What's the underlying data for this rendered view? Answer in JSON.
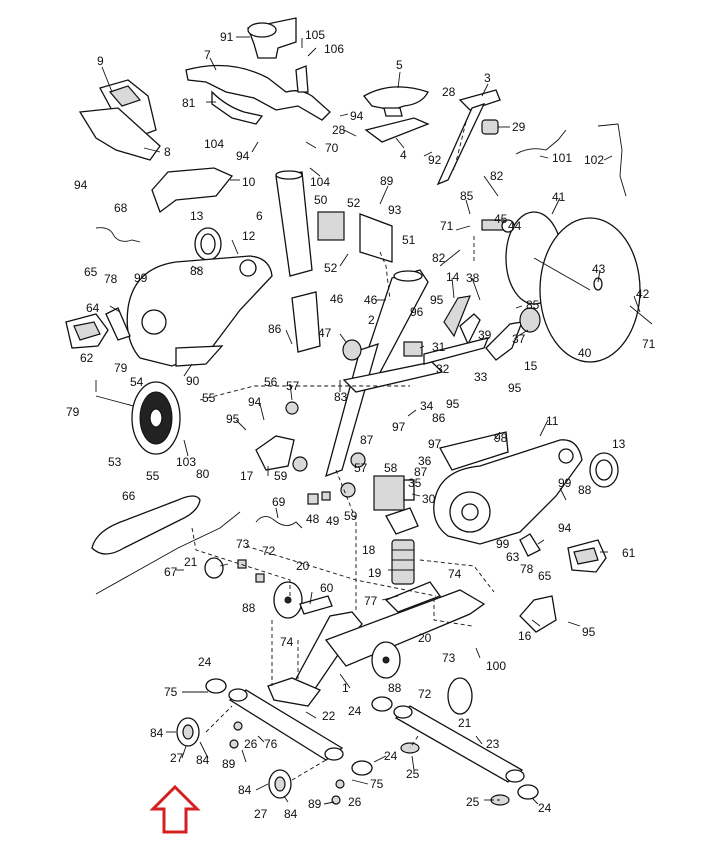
{
  "callouts": [
    {
      "id": "c91",
      "text": "91"
    },
    {
      "id": "c105",
      "text": "105"
    },
    {
      "id": "c106",
      "text": "106"
    },
    {
      "id": "c9",
      "text": "9"
    },
    {
      "id": "c7",
      "text": "7"
    },
    {
      "id": "c5",
      "text": "5"
    },
    {
      "id": "c3",
      "text": "3"
    },
    {
      "id": "c28a",
      "text": "28"
    },
    {
      "id": "c81",
      "text": "81"
    },
    {
      "id": "c94a",
      "text": "94"
    },
    {
      "id": "c28b",
      "text": "28"
    },
    {
      "id": "c29",
      "text": "29"
    },
    {
      "id": "c104a",
      "text": "104"
    },
    {
      "id": "c8",
      "text": "8"
    },
    {
      "id": "c70",
      "text": "70"
    },
    {
      "id": "c4",
      "text": "4"
    },
    {
      "id": "c101",
      "text": "101"
    },
    {
      "id": "c94b",
      "text": "94"
    },
    {
      "id": "c104b",
      "text": "104"
    },
    {
      "id": "c92",
      "text": "92"
    },
    {
      "id": "c102",
      "text": "102"
    },
    {
      "id": "c94c",
      "text": "94"
    },
    {
      "id": "c10",
      "text": "10"
    },
    {
      "id": "c89a",
      "text": "89"
    },
    {
      "id": "c82a",
      "text": "82"
    },
    {
      "id": "c68",
      "text": "68"
    },
    {
      "id": "c50",
      "text": "50"
    },
    {
      "id": "c52a",
      "text": "52"
    },
    {
      "id": "c93",
      "text": "93"
    },
    {
      "id": "c85a",
      "text": "85"
    },
    {
      "id": "c41",
      "text": "41"
    },
    {
      "id": "c6",
      "text": "6"
    },
    {
      "id": "c13a",
      "text": "13"
    },
    {
      "id": "c45",
      "text": "45"
    },
    {
      "id": "c71a",
      "text": "71"
    },
    {
      "id": "c44",
      "text": "44"
    },
    {
      "id": "c12",
      "text": "12"
    },
    {
      "id": "c51",
      "text": "51"
    },
    {
      "id": "c82b",
      "text": "82"
    },
    {
      "id": "c52b",
      "text": "52"
    },
    {
      "id": "c88a",
      "text": "88"
    },
    {
      "id": "c43",
      "text": "43"
    },
    {
      "id": "c65a",
      "text": "65"
    },
    {
      "id": "c78a",
      "text": "78"
    },
    {
      "id": "c99a",
      "text": "99"
    },
    {
      "id": "c14",
      "text": "14"
    },
    {
      "id": "c38",
      "text": "38"
    },
    {
      "id": "c42",
      "text": "42"
    },
    {
      "id": "c64",
      "text": "64"
    },
    {
      "id": "c46a",
      "text": "46"
    },
    {
      "id": "c46b",
      "text": "46"
    },
    {
      "id": "c95a",
      "text": "95"
    },
    {
      "id": "c85b",
      "text": "85"
    },
    {
      "id": "c96",
      "text": "96"
    },
    {
      "id": "c2",
      "text": "2"
    },
    {
      "id": "c39",
      "text": "39"
    },
    {
      "id": "c71b",
      "text": "71"
    },
    {
      "id": "c86a",
      "text": "86"
    },
    {
      "id": "c47",
      "text": "47"
    },
    {
      "id": "c37",
      "text": "37"
    },
    {
      "id": "c40",
      "text": "40"
    },
    {
      "id": "c62",
      "text": "62"
    },
    {
      "id": "c31",
      "text": "31"
    },
    {
      "id": "c15",
      "text": "15"
    },
    {
      "id": "c79a",
      "text": "79"
    },
    {
      "id": "c90",
      "text": "90"
    },
    {
      "id": "c32",
      "text": "32"
    },
    {
      "id": "c33",
      "text": "33"
    },
    {
      "id": "c95b",
      "text": "95"
    },
    {
      "id": "c54",
      "text": "54"
    },
    {
      "id": "c56",
      "text": "56"
    },
    {
      "id": "c57a",
      "text": "57"
    },
    {
      "id": "c83",
      "text": "83"
    },
    {
      "id": "c79b",
      "text": "79"
    },
    {
      "id": "c55a",
      "text": "55"
    },
    {
      "id": "c94d",
      "text": "94"
    },
    {
      "id": "c34",
      "text": "34"
    },
    {
      "id": "c95c",
      "text": "95"
    },
    {
      "id": "c95d",
      "text": "95"
    },
    {
      "id": "c97",
      "text": "97"
    },
    {
      "id": "c86b",
      "text": "86"
    },
    {
      "id": "c11",
      "text": "11"
    },
    {
      "id": "c87a",
      "text": "87"
    },
    {
      "id": "c97b",
      "text": "97"
    },
    {
      "id": "c98",
      "text": "98"
    },
    {
      "id": "c57b",
      "text": "57"
    },
    {
      "id": "c58",
      "text": "58"
    },
    {
      "id": "c13b",
      "text": "13"
    },
    {
      "id": "c53",
      "text": "53"
    },
    {
      "id": "c103",
      "text": "103"
    },
    {
      "id": "c80",
      "text": "80"
    },
    {
      "id": "c17",
      "text": "17"
    },
    {
      "id": "c36",
      "text": "36"
    },
    {
      "id": "c87b",
      "text": "87"
    },
    {
      "id": "c88b",
      "text": "88"
    },
    {
      "id": "c55b",
      "text": "55"
    },
    {
      "id": "c59a",
      "text": "59"
    },
    {
      "id": "c99b",
      "text": "99"
    },
    {
      "id": "c35",
      "text": "35"
    },
    {
      "id": "c66",
      "text": "66"
    },
    {
      "id": "c69",
      "text": "69"
    },
    {
      "id": "c30",
      "text": "30"
    },
    {
      "id": "c48",
      "text": "48"
    },
    {
      "id": "c49",
      "text": "49"
    },
    {
      "id": "c59b",
      "text": "59"
    },
    {
      "id": "c94e",
      "text": "94"
    },
    {
      "id": "c18",
      "text": "18"
    },
    {
      "id": "c99c",
      "text": "99"
    },
    {
      "id": "c73a",
      "text": "73"
    },
    {
      "id": "c21a",
      "text": "21"
    },
    {
      "id": "c72a",
      "text": "72"
    },
    {
      "id": "c63",
      "text": "63"
    },
    {
      "id": "c61",
      "text": "61"
    },
    {
      "id": "c20a",
      "text": "20"
    },
    {
      "id": "c78b",
      "text": "78"
    },
    {
      "id": "c67",
      "text": "67"
    },
    {
      "id": "c19",
      "text": "19"
    },
    {
      "id": "c74a",
      "text": "74"
    },
    {
      "id": "c65b",
      "text": "65"
    },
    {
      "id": "c60",
      "text": "60"
    },
    {
      "id": "c88c",
      "text": "88"
    },
    {
      "id": "c77",
      "text": "77"
    },
    {
      "id": "c95e",
      "text": "95"
    },
    {
      "id": "c16",
      "text": "16"
    },
    {
      "id": "c74b",
      "text": "74"
    },
    {
      "id": "c20b",
      "text": "20"
    },
    {
      "id": "c73b",
      "text": "73"
    },
    {
      "id": "c100",
      "text": "100"
    },
    {
      "id": "c24a",
      "text": "24"
    },
    {
      "id": "c1",
      "text": "1"
    },
    {
      "id": "c88d",
      "text": "88"
    },
    {
      "id": "c72b",
      "text": "72"
    },
    {
      "id": "c75a",
      "text": "75"
    },
    {
      "id": "c22",
      "text": "22"
    },
    {
      "id": "c24b",
      "text": "24"
    },
    {
      "id": "c21b",
      "text": "21"
    },
    {
      "id": "c84a",
      "text": "84"
    },
    {
      "id": "c26a",
      "text": "26"
    },
    {
      "id": "c76",
      "text": "76"
    },
    {
      "id": "c23",
      "text": "23"
    },
    {
      "id": "c27a",
      "text": "27"
    },
    {
      "id": "c84b",
      "text": "84"
    },
    {
      "id": "c89b",
      "text": "89"
    },
    {
      "id": "c24c",
      "text": "24"
    },
    {
      "id": "c25a",
      "text": "25"
    },
    {
      "id": "c75b",
      "text": "75"
    },
    {
      "id": "c84c",
      "text": "84"
    },
    {
      "id": "c26b",
      "text": "26"
    },
    {
      "id": "c27b",
      "text": "27"
    },
    {
      "id": "c84d",
      "text": "84"
    },
    {
      "id": "c89c",
      "text": "89"
    },
    {
      "id": "c25b",
      "text": "25"
    },
    {
      "id": "c24d",
      "text": "24"
    }
  ],
  "indicator": {
    "color": "#d42020",
    "points_to": "27",
    "icon": "up-arrow-icon"
  }
}
